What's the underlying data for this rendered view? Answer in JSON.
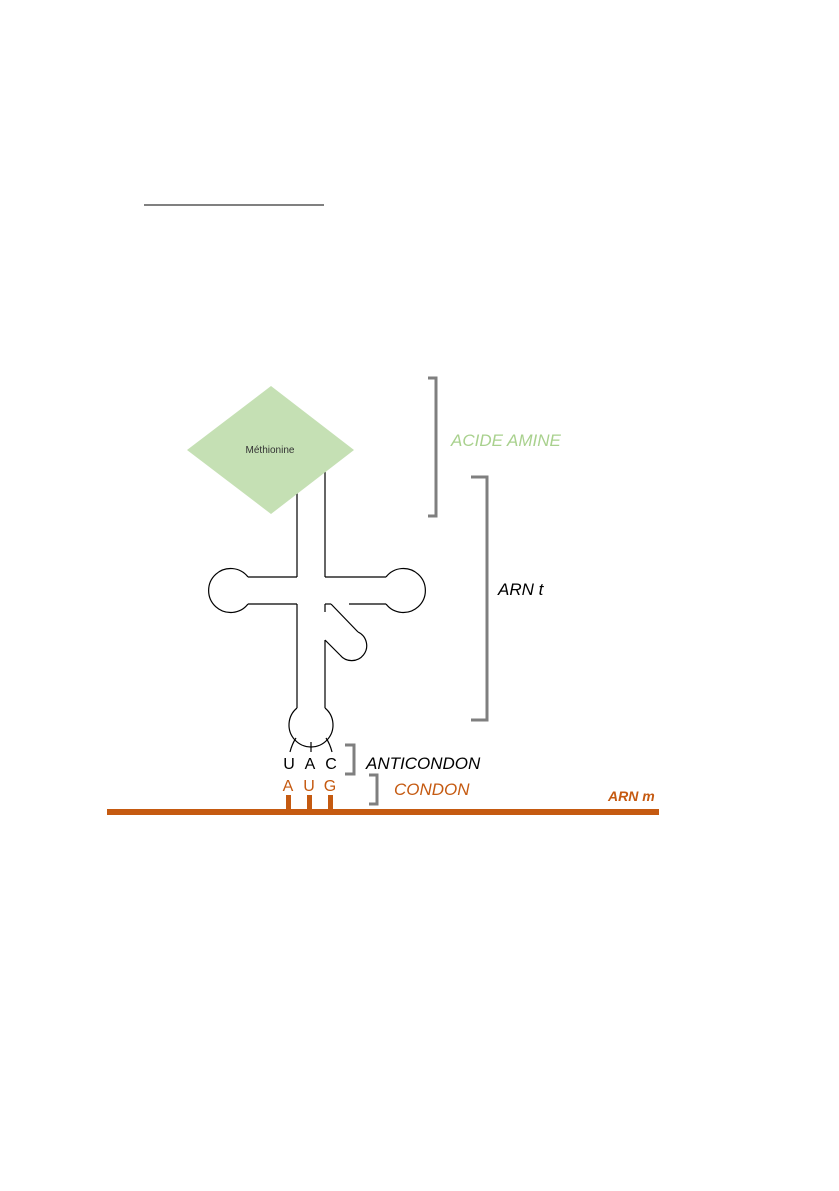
{
  "diagram": {
    "amino_acid_name": "Méthionine",
    "labels": {
      "amino_acid": "ACIDE AMINE",
      "trna": "ARN t",
      "anticodon": "ANTICONDON",
      "codon": "CONDON",
      "mrna": "ARN m"
    },
    "anticodon_bases": [
      "U",
      "A",
      "C"
    ],
    "codon_bases": [
      "A",
      "U",
      "G"
    ],
    "colors": {
      "amino_acid_fill": "#c5e0b4",
      "amino_acid_label": "#a9d18e",
      "mrna": "#c55a11",
      "bracket": "#7f7f7f",
      "trna_outline": "#000000"
    }
  }
}
